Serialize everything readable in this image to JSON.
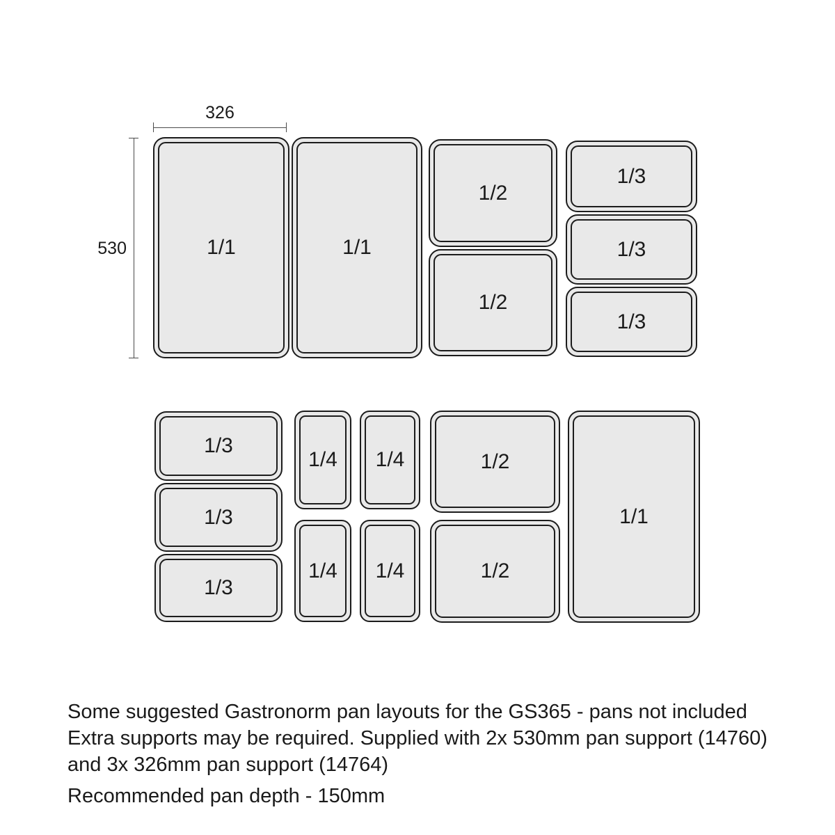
{
  "diagram": {
    "dimensions": {
      "width_mm": "326",
      "height_mm": "530"
    },
    "top_row": {
      "pans": [
        {
          "label": "1/1"
        },
        {
          "label": "1/1"
        },
        {
          "label": "1/2"
        },
        {
          "label": "1/2"
        },
        {
          "label": "1/3"
        },
        {
          "label": "1/3"
        },
        {
          "label": "1/3"
        }
      ]
    },
    "bottom_row": {
      "pans": [
        {
          "label": "1/3"
        },
        {
          "label": "1/3"
        },
        {
          "label": "1/3"
        },
        {
          "label": "1/4"
        },
        {
          "label": "1/4"
        },
        {
          "label": "1/4"
        },
        {
          "label": "1/4"
        },
        {
          "label": "1/2"
        },
        {
          "label": "1/2"
        },
        {
          "label": "1/1"
        }
      ]
    }
  },
  "caption": {
    "line1": "Some suggested Gastronorm pan layouts for the GS365 - pans not included",
    "line2": "Extra supports may be required. Supplied with 2x 530mm pan support (14760)",
    "line3": "and 3x 326mm pan support (14764)",
    "line4": "Recommended pan depth - 150mm"
  },
  "colors": {
    "pan_fill": "#e9e9e9",
    "pan_border": "#1c1c1c",
    "text": "#1a1a1a"
  }
}
